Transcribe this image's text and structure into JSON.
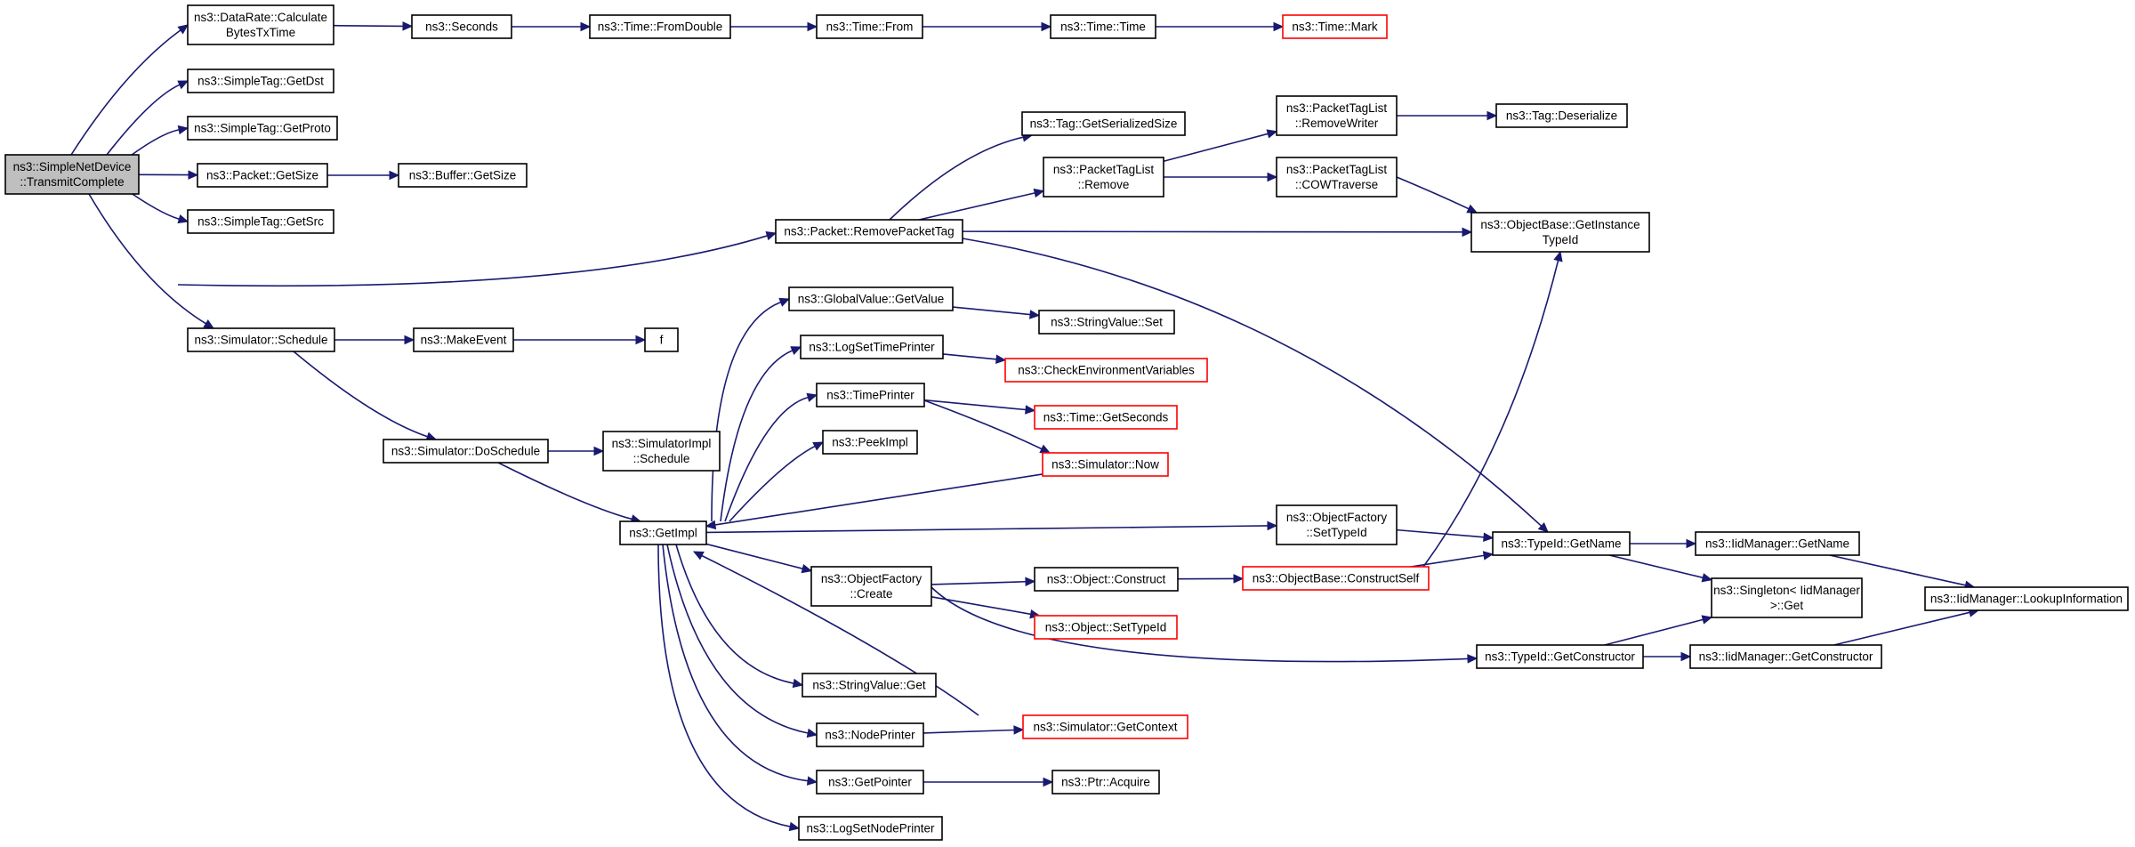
{
  "graph": {
    "colors": {
      "edge": "#191970",
      "node_border": "#000000",
      "truncated_border": "#ff0000",
      "root_fill": "#bfbfbf",
      "node_fill": "#ffffff"
    },
    "nodes": [
      {
        "id": "root",
        "lines": [
          "ns3::SimpleNetDevice",
          "::TransmitComplete"
        ],
        "root": true
      },
      {
        "id": "calc",
        "lines": [
          "ns3::DataRate::Calculate",
          "BytesTxTime"
        ]
      },
      {
        "id": "getdst",
        "lines": [
          "ns3::SimpleTag::GetDst"
        ]
      },
      {
        "id": "getproto",
        "lines": [
          "ns3::SimpleTag::GetProto"
        ]
      },
      {
        "id": "pktsize",
        "lines": [
          "ns3::Packet::GetSize"
        ]
      },
      {
        "id": "getsrc",
        "lines": [
          "ns3::SimpleTag::GetSrc"
        ]
      },
      {
        "id": "schedule",
        "lines": [
          "ns3::Simulator::Schedule"
        ]
      },
      {
        "id": "seconds",
        "lines": [
          "ns3::Seconds"
        ]
      },
      {
        "id": "bufsize",
        "lines": [
          "ns3::Buffer::GetSize"
        ]
      },
      {
        "id": "makeevent",
        "lines": [
          "ns3::MakeEvent"
        ]
      },
      {
        "id": "doschedule",
        "lines": [
          "ns3::Simulator::DoSchedule"
        ]
      },
      {
        "id": "fromdouble",
        "lines": [
          "ns3::Time::FromDouble"
        ]
      },
      {
        "id": "f",
        "lines": [
          "f"
        ]
      },
      {
        "id": "implsched",
        "lines": [
          "ns3::SimulatorImpl",
          "::Schedule"
        ]
      },
      {
        "id": "getimpl",
        "lines": [
          "ns3::GetImpl"
        ]
      },
      {
        "id": "removetag",
        "lines": [
          "ns3::Packet::RemovePacketTag"
        ]
      },
      {
        "id": "from",
        "lines": [
          "ns3::Time::From"
        ]
      },
      {
        "id": "gvget",
        "lines": [
          "ns3::GlobalValue::GetValue"
        ]
      },
      {
        "id": "logtime",
        "lines": [
          "ns3::LogSetTimePrinter"
        ]
      },
      {
        "id": "timeprinter",
        "lines": [
          "ns3::TimePrinter"
        ]
      },
      {
        "id": "peekimpl",
        "lines": [
          "ns3::PeekImpl"
        ]
      },
      {
        "id": "ofcreate",
        "lines": [
          "ns3::ObjectFactory",
          "::Create"
        ]
      },
      {
        "id": "svget",
        "lines": [
          "ns3::StringValue::Get"
        ]
      },
      {
        "id": "nodeprinter",
        "lines": [
          "ns3::NodePrinter"
        ]
      },
      {
        "id": "getpointer",
        "lines": [
          "ns3::GetPointer"
        ]
      },
      {
        "id": "lognode",
        "lines": [
          "ns3::LogSetNodePrinter"
        ]
      },
      {
        "id": "timetime",
        "lines": [
          "ns3::Time::Time"
        ]
      },
      {
        "id": "tagsize",
        "lines": [
          "ns3::Tag::GetSerializedSize"
        ]
      },
      {
        "id": "ptlremove",
        "lines": [
          "ns3::PacketTagList",
          "::Remove"
        ]
      },
      {
        "id": "svset",
        "lines": [
          "ns3::StringValue::Set"
        ]
      },
      {
        "id": "checkenv",
        "lines": [
          "ns3::CheckEnvironmentVariables"
        ],
        "truncated": true
      },
      {
        "id": "getseconds",
        "lines": [
          "ns3::Time::GetSeconds"
        ],
        "truncated": true
      },
      {
        "id": "simnow",
        "lines": [
          "ns3::Simulator::Now"
        ],
        "truncated": true
      },
      {
        "id": "objconstruct",
        "lines": [
          "ns3::Object::Construct"
        ]
      },
      {
        "id": "setobjtypeid",
        "lines": [
          "ns3::Object::SetTypeId"
        ],
        "truncated": true
      },
      {
        "id": "getcontext",
        "lines": [
          "ns3::Simulator::GetContext"
        ],
        "truncated": true
      },
      {
        "id": "ptracquire",
        "lines": [
          "ns3::Ptr::Acquire"
        ]
      },
      {
        "id": "timemark",
        "lines": [
          "ns3::Time::Mark"
        ],
        "truncated": true
      },
      {
        "id": "removewriter",
        "lines": [
          "ns3::PacketTagList",
          "::RemoveWriter"
        ]
      },
      {
        "id": "cowtraverse",
        "lines": [
          "ns3::PacketTagList",
          "::COWTraverse"
        ]
      },
      {
        "id": "ofsettypeid",
        "lines": [
          "ns3::ObjectFactory",
          "::SetTypeId"
        ]
      },
      {
        "id": "constructself",
        "lines": [
          "ns3::ObjectBase::ConstructSelf"
        ],
        "truncated": true
      },
      {
        "id": "tagdeser",
        "lines": [
          "ns3::Tag::Deserialize"
        ]
      },
      {
        "id": "getinstance",
        "lines": [
          "ns3::ObjectBase::GetInstance",
          "TypeId"
        ]
      },
      {
        "id": "typeidname",
        "lines": [
          "ns3::TypeId::GetName"
        ]
      },
      {
        "id": "getctor",
        "lines": [
          "ns3::TypeId::GetConstructor"
        ]
      },
      {
        "id": "iidname",
        "lines": [
          "ns3::IidManager::GetName"
        ]
      },
      {
        "id": "singleton",
        "lines": [
          "ns3::Singleton< IidManager",
          " >::Get"
        ]
      },
      {
        "id": "iidctor",
        "lines": [
          "ns3::IidManager::GetConstructor"
        ]
      },
      {
        "id": "lookup",
        "lines": [
          "ns3::IidManager::LookupInformation"
        ]
      }
    ],
    "edges": [
      [
        "root",
        "calc"
      ],
      [
        "root",
        "getdst"
      ],
      [
        "root",
        "getproto"
      ],
      [
        "root",
        "pktsize"
      ],
      [
        "root",
        "getsrc"
      ],
      [
        "root",
        "removetag"
      ],
      [
        "root",
        "schedule"
      ],
      [
        "calc",
        "seconds"
      ],
      [
        "seconds",
        "fromdouble"
      ],
      [
        "fromdouble",
        "from"
      ],
      [
        "from",
        "timetime"
      ],
      [
        "timetime",
        "timemark"
      ],
      [
        "pktsize",
        "bufsize"
      ],
      [
        "schedule",
        "makeevent"
      ],
      [
        "makeevent",
        "f"
      ],
      [
        "schedule",
        "doschedule"
      ],
      [
        "doschedule",
        "implsched"
      ],
      [
        "doschedule",
        "getimpl"
      ],
      [
        "removetag",
        "tagsize"
      ],
      [
        "removetag",
        "ptlremove"
      ],
      [
        "removetag",
        "getinstance"
      ],
      [
        "removetag",
        "typeidname"
      ],
      [
        "ptlremove",
        "removewriter"
      ],
      [
        "ptlremove",
        "cowtraverse"
      ],
      [
        "removewriter",
        "tagdeser"
      ],
      [
        "cowtraverse",
        "getinstance"
      ],
      [
        "getimpl",
        "gvget"
      ],
      [
        "getimpl",
        "logtime"
      ],
      [
        "getimpl",
        "timeprinter"
      ],
      [
        "getimpl",
        "peekimpl"
      ],
      [
        "getimpl",
        "ofsettypeid"
      ],
      [
        "getimpl",
        "ofcreate"
      ],
      [
        "getimpl",
        "svget"
      ],
      [
        "getimpl",
        "nodeprinter"
      ],
      [
        "getimpl",
        "getpointer"
      ],
      [
        "getimpl",
        "lognode"
      ],
      [
        "gvget",
        "svset"
      ],
      [
        "logtime",
        "checkenv"
      ],
      [
        "timeprinter",
        "getseconds"
      ],
      [
        "timeprinter",
        "simnow"
      ],
      [
        "simnow",
        "getimpl"
      ],
      [
        "getcontext",
        "getimpl"
      ],
      [
        "ofcreate",
        "objconstruct"
      ],
      [
        "ofcreate",
        "setobjtypeid"
      ],
      [
        "ofcreate",
        "getctor"
      ],
      [
        "objconstruct",
        "constructself"
      ],
      [
        "constructself",
        "getinstance"
      ],
      [
        "constructself",
        "typeidname"
      ],
      [
        "nodeprinter",
        "getcontext"
      ],
      [
        "getpointer",
        "ptracquire"
      ],
      [
        "ofsettypeid",
        "typeidname"
      ],
      [
        "typeidname",
        "iidname"
      ],
      [
        "typeidname",
        "singleton"
      ],
      [
        "iidname",
        "lookup"
      ],
      [
        "getctor",
        "singleton"
      ],
      [
        "getctor",
        "iidctor"
      ],
      [
        "iidctor",
        "lookup"
      ]
    ]
  }
}
